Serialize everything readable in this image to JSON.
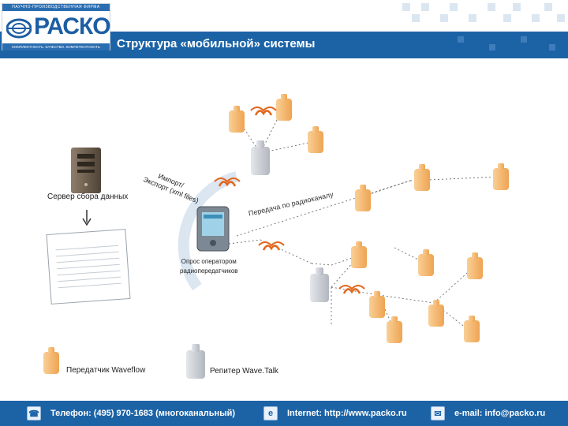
{
  "header": {
    "logo_top": "НАУЧНО-ПРОИЗВОДСТВЕННАЯ ФИРМА",
    "logo_text": "РАСКО",
    "logo_bottom": "КОМПЛЕКТНОСТЬ. КАЧЕСТВО. КОМПЕТЕНТНОСТЬ",
    "title": "Структура «мобильной» системы"
  },
  "diagram": {
    "server_label": "Сервер сбора данных",
    "export_label_line1": "Импорт/",
    "export_label_line2": "Экспорт (xml files)",
    "radio_label": "Передача по радиоканалу",
    "operator_label_line1": "Опрос оператором",
    "operator_label_line2": "радиопередатчиков",
    "legend": {
      "transmitter": "Передатчик Waveflow",
      "repeater": "Репитер Wave.Talk"
    }
  },
  "footer": {
    "phone": "Телефон: (495) 970-1683 (многоканальный)",
    "internet": "Internet: http://www.packo.ru",
    "email": "e-mail: info@packo.ru"
  },
  "colors": {
    "brand_blue": "#1c63a6",
    "transmitter": "#f5b56a",
    "repeater": "#c8ccd2",
    "wave_orange": "#e2661c"
  }
}
